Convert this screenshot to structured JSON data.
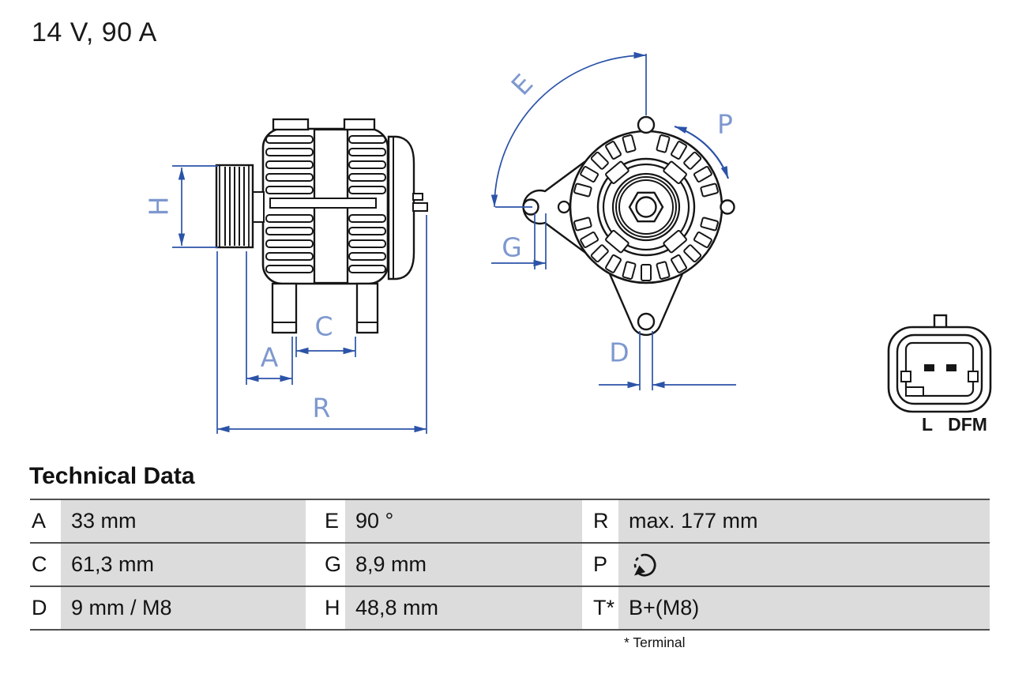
{
  "header": {
    "title": "14 V, 90 A"
  },
  "diagram": {
    "side_view": {
      "dims": {
        "H": "H",
        "A": "A",
        "C": "C",
        "R": "R"
      }
    },
    "front_view": {
      "dims": {
        "E": "E",
        "G": "G",
        "D": "D",
        "P": "P"
      }
    },
    "connector": {
      "pin_labels": [
        "L",
        "DFM"
      ]
    },
    "icons": {
      "rotation_direction": "↻"
    },
    "colors": {
      "dimension_line": "#2b53a8",
      "dimension_letter": "#7e98cf",
      "drawing_line": "#161616",
      "table_cell_gray": "#dcdcdd"
    }
  },
  "table": {
    "heading": "Technical Data",
    "rows": [
      {
        "cells": [
          {
            "label": "A",
            "value": "33 mm"
          },
          {
            "label": "E",
            "value": "90 °"
          },
          {
            "label": "R",
            "value": "max. 177 mm"
          }
        ]
      },
      {
        "cells": [
          {
            "label": "C",
            "value": "61,3 mm"
          },
          {
            "label": "G",
            "value": "8,9 mm"
          },
          {
            "label": "P",
            "icon": "rotation-direction-icon"
          }
        ]
      },
      {
        "cells": [
          {
            "label": "D",
            "value": "9 mm / M8"
          },
          {
            "label": "H",
            "value": "48,8 mm"
          },
          {
            "label": "T*",
            "value": "B+(M8)"
          }
        ]
      }
    ],
    "footnote": "* Terminal"
  }
}
